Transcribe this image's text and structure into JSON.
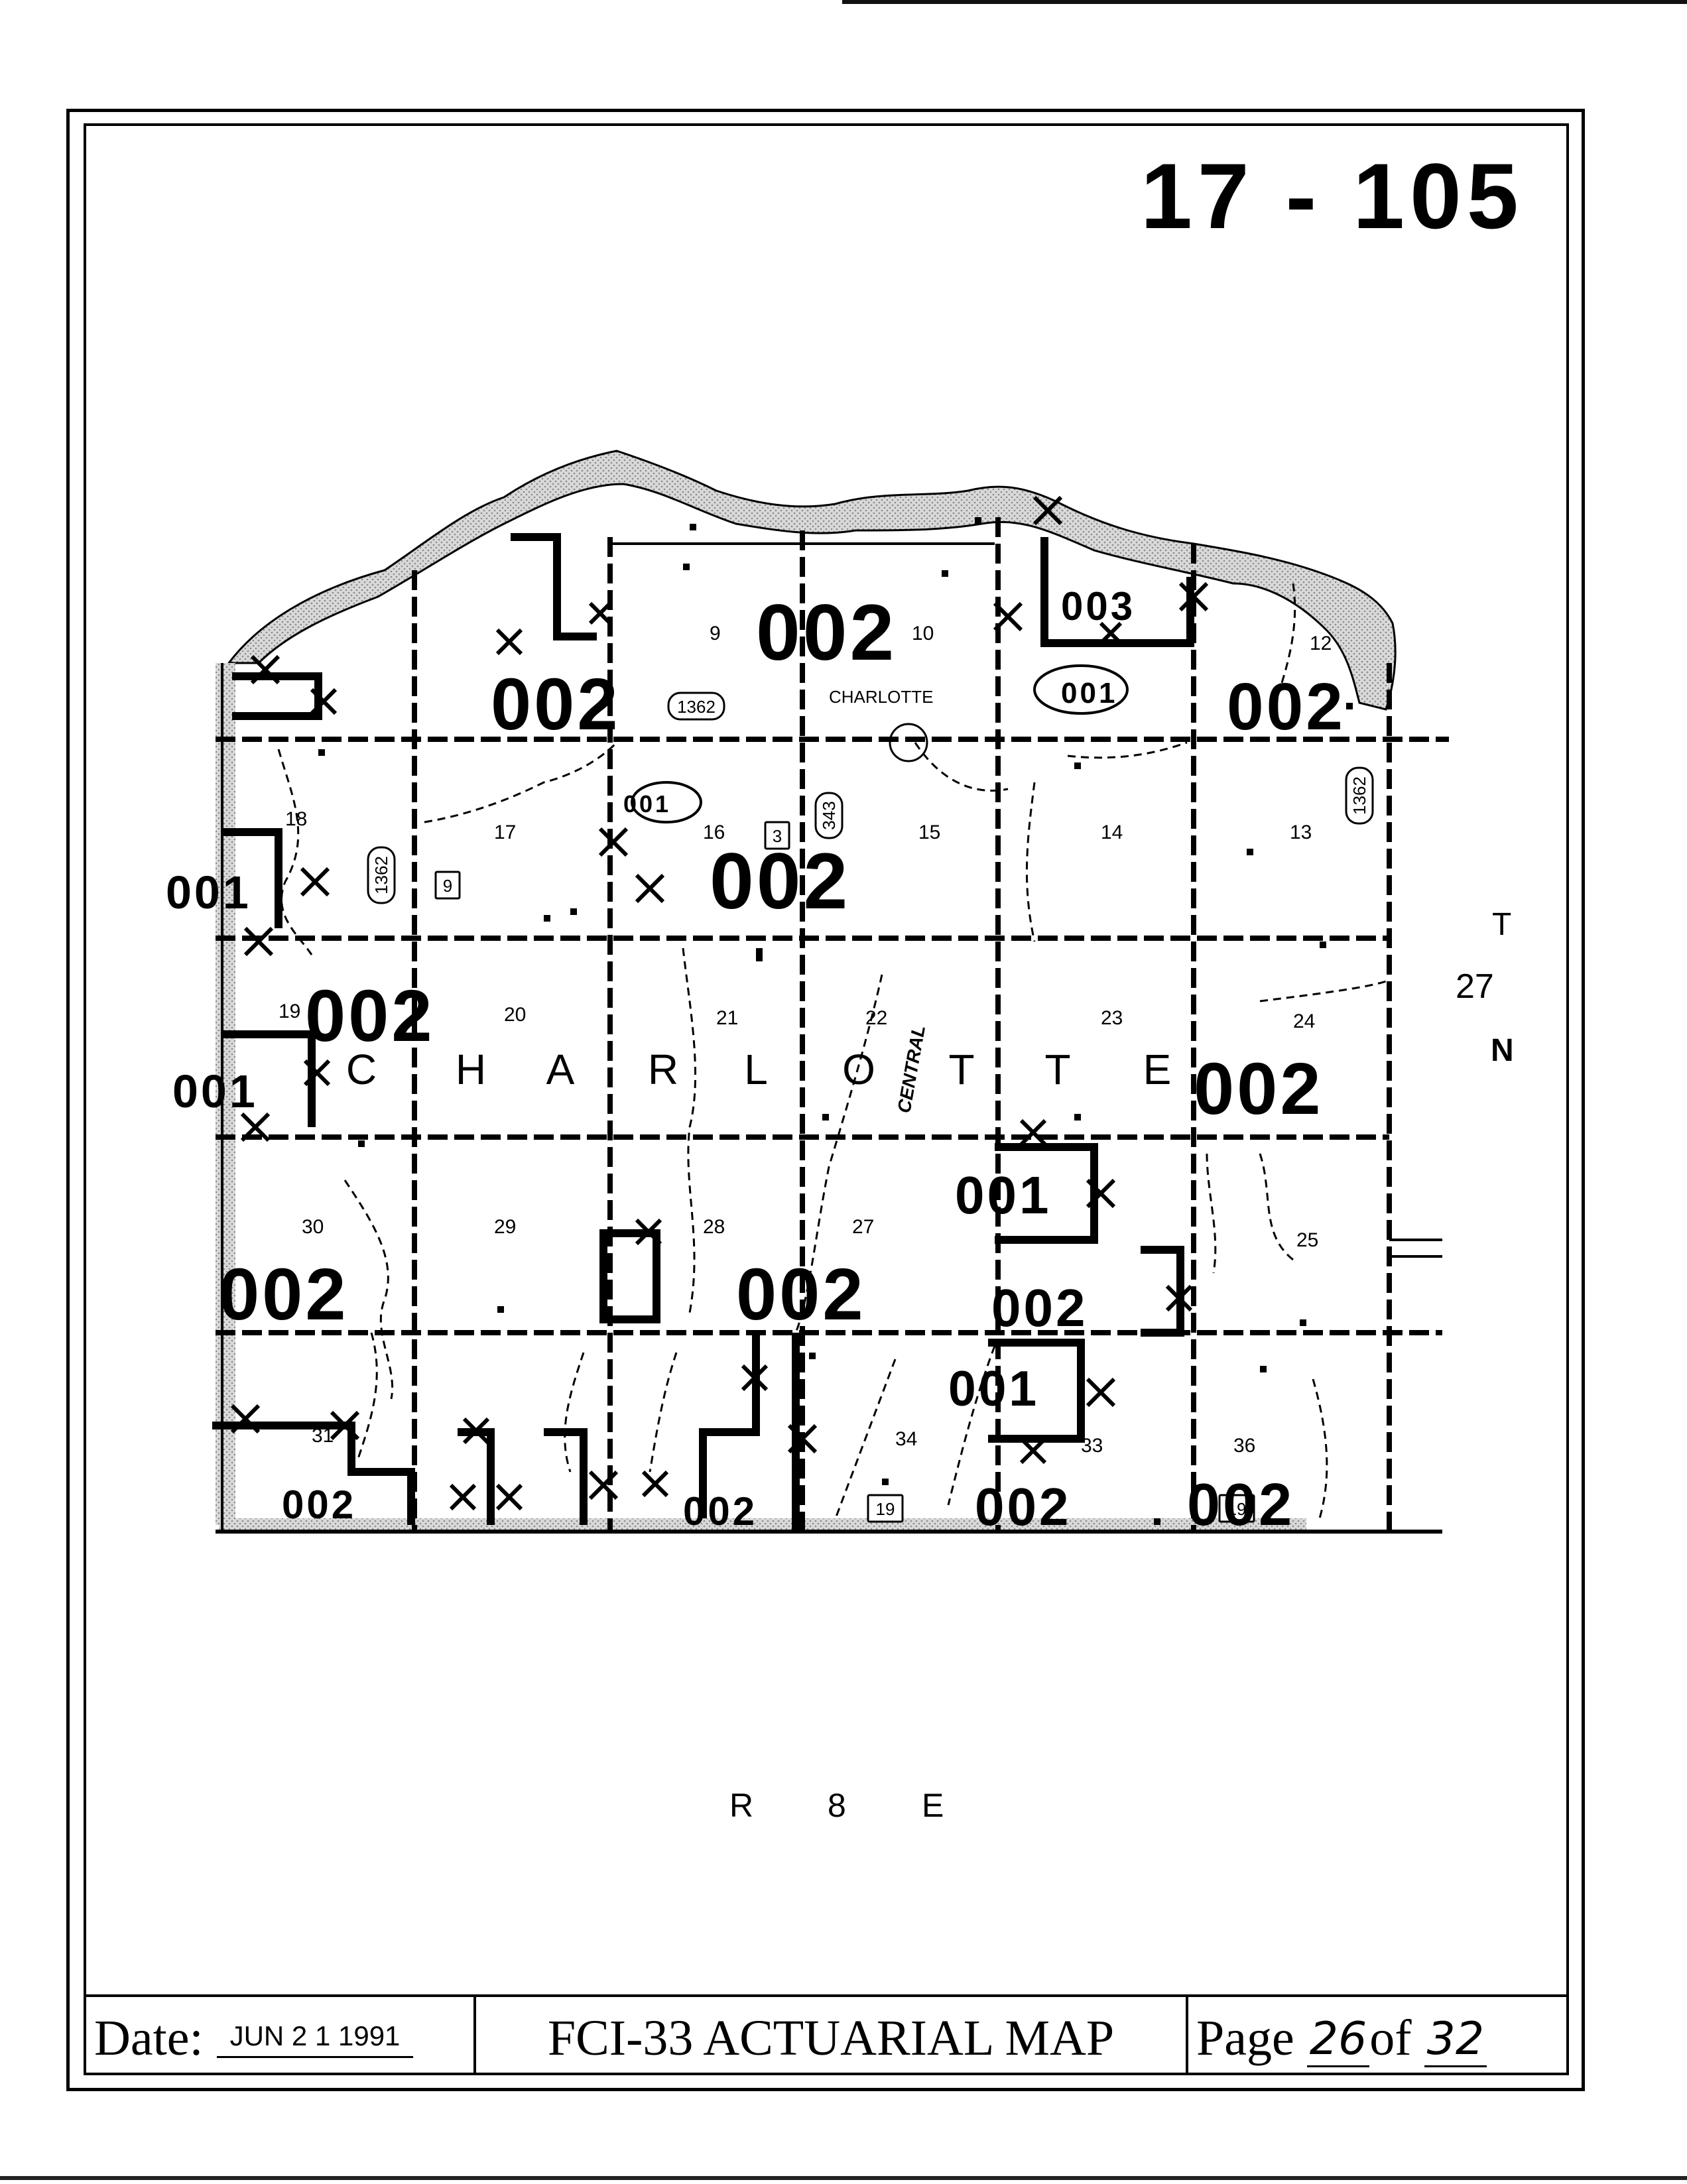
{
  "sheet_id": "17 - 105",
  "township": {
    "label": "T",
    "number": "27",
    "direction": "N"
  },
  "range": {
    "label": "R",
    "number": "8",
    "direction": "E"
  },
  "township_name_letters": [
    "C",
    "H",
    "A",
    "R",
    "L",
    "O",
    "T",
    "T",
    "E"
  ],
  "place_name": "CHARLOTTE",
  "road_label": "CENTRAL",
  "section_numbers": [
    "9",
    "10",
    "12",
    "17",
    "16",
    "15",
    "14",
    "13",
    "18",
    "20",
    "21",
    "22",
    "23",
    "24",
    "19",
    "30",
    "29",
    "28",
    "27",
    "25",
    "31",
    "34",
    "33",
    "36"
  ],
  "highway_shields": [
    "1362",
    "1362",
    "1362",
    "343",
    "3",
    "9",
    "19",
    "19"
  ],
  "zone_codes": [
    "002",
    "002",
    "002",
    "002",
    "002",
    "002",
    "002",
    "002",
    "002",
    "002",
    "002",
    "003",
    "001",
    "001",
    "001",
    "001",
    "001",
    "001",
    "002",
    "002",
    "002"
  ],
  "footer": {
    "date_label": "Date:",
    "date_value": "JUN 2 1 1991",
    "title": "FCI-33 ACTUARIAL MAP",
    "page_label": "Page",
    "page_number": "26",
    "page_of": "of",
    "page_total": "32"
  }
}
